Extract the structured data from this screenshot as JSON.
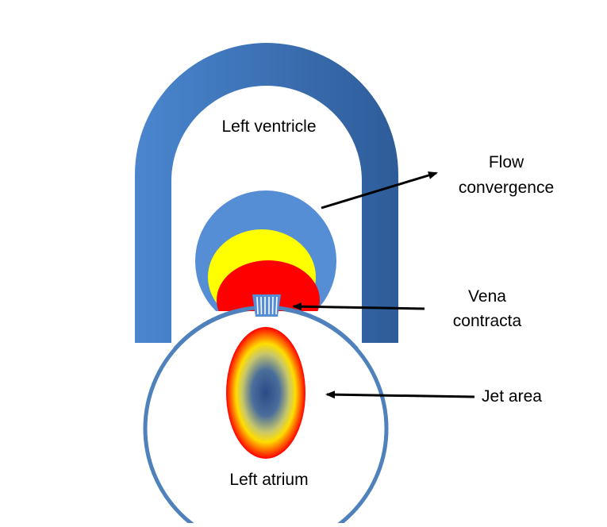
{
  "labels": {
    "left_ventricle": "Left ventricle",
    "flow_convergence_line1": "Flow",
    "flow_convergence_line2": "convergence",
    "vena_contracta_line1": "Vena",
    "vena_contracta_line2": "contracta",
    "jet_area": "Jet area",
    "left_atrium": "Left atrium"
  },
  "colors": {
    "ventricle_wall_light": "#4a86cf",
    "ventricle_wall_dark": "#2e5c99",
    "convergence_outer": "#558ed5",
    "convergence_middle": "#ffff00",
    "convergence_inner": "#ff0000",
    "atrium_outline": "#4f81bd",
    "jet_core": "#2b4a86",
    "jet_edge": "#ff0000",
    "arrow": "#000000"
  }
}
